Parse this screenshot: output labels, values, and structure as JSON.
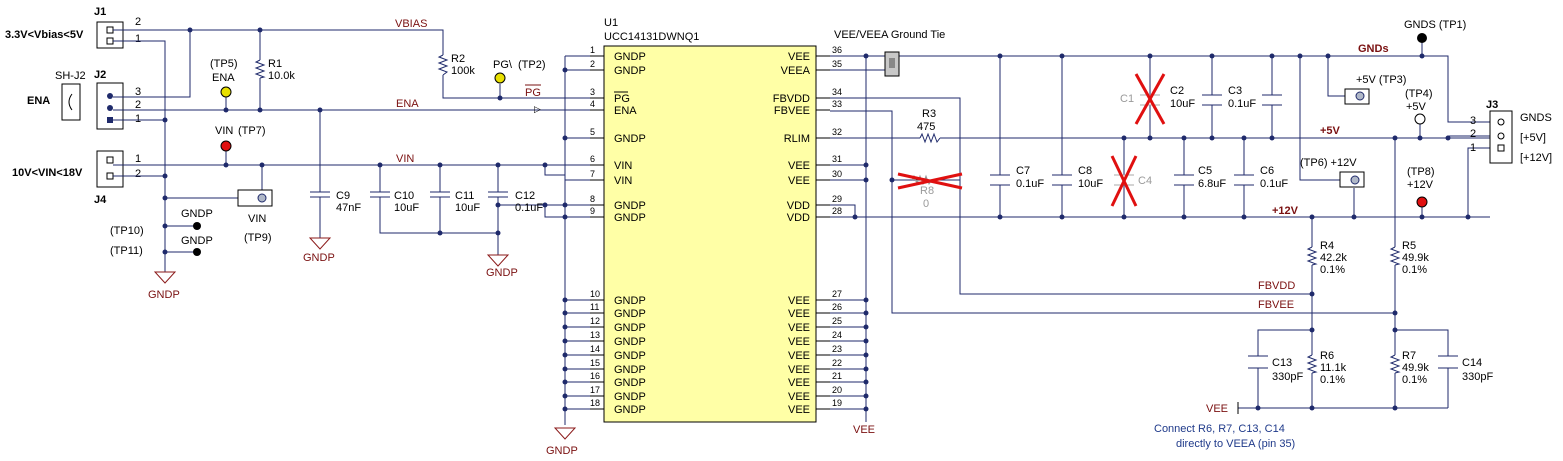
{
  "schematic": {
    "ic": {
      "ref": "U1",
      "part": "UCC14131DWNQ1",
      "left_pins": [
        {
          "n": "1",
          "name": "GNDP"
        },
        {
          "n": "2",
          "name": "GNDP"
        },
        {
          "n": "3",
          "name": "PG"
        },
        {
          "n": "4",
          "name": "ENA"
        },
        {
          "n": "5",
          "name": "GNDP"
        },
        {
          "n": "6",
          "name": "VIN"
        },
        {
          "n": "7",
          "name": "VIN"
        },
        {
          "n": "8",
          "name": "GNDP"
        },
        {
          "n": "9",
          "name": "GNDP"
        },
        {
          "n": "10",
          "name": "GNDP"
        },
        {
          "n": "11",
          "name": "GNDP"
        },
        {
          "n": "12",
          "name": "GNDP"
        },
        {
          "n": "13",
          "name": "GNDP"
        },
        {
          "n": "14",
          "name": "GNDP"
        },
        {
          "n": "15",
          "name": "GNDP"
        },
        {
          "n": "16",
          "name": "GNDP"
        },
        {
          "n": "17",
          "name": "GNDP"
        },
        {
          "n": "18",
          "name": "GNDP"
        }
      ],
      "right_pins": [
        {
          "n": "36",
          "name": "VEE"
        },
        {
          "n": "35",
          "name": "VEEA"
        },
        {
          "n": "34",
          "name": "FBVDD"
        },
        {
          "n": "33",
          "name": "FBVEE"
        },
        {
          "n": "32",
          "name": "RLIM"
        },
        {
          "n": "31",
          "name": "VEE"
        },
        {
          "n": "30",
          "name": "VEE"
        },
        {
          "n": "29",
          "name": "VDD"
        },
        {
          "n": "28",
          "name": "VDD"
        },
        {
          "n": "27",
          "name": "VEE"
        },
        {
          "n": "26",
          "name": "VEE"
        },
        {
          "n": "25",
          "name": "VEE"
        },
        {
          "n": "24",
          "name": "VEE"
        },
        {
          "n": "23",
          "name": "VEE"
        },
        {
          "n": "22",
          "name": "VEE"
        },
        {
          "n": "21",
          "name": "VEE"
        },
        {
          "n": "20",
          "name": "VEE"
        },
        {
          "n": "19",
          "name": "VEE"
        }
      ]
    },
    "connectors": {
      "j1": {
        "ref": "J1",
        "label": "3.3V<Vbias<5V",
        "p1": "1",
        "p2": "2"
      },
      "j2": {
        "ref": "J2",
        "label": "ENA",
        "shunt": "SH-J2",
        "p1": "1",
        "p2": "2",
        "p3": "3"
      },
      "j4": {
        "ref": "J4",
        "label": "10V<VIN<18V",
        "p1": "1",
        "p2": "2"
      },
      "j3": {
        "ref": "J3",
        "p1": "1",
        "p2": "2",
        "p3": "3",
        "l1": "[+12V]",
        "l2": "[+5V]",
        "l3": "GNDS"
      }
    },
    "nets": {
      "vbias": "VBIAS",
      "ena": "ENA",
      "vin": "VIN",
      "pg": "PG",
      "fbvdd": "FBVDD",
      "fbvee": "FBVEE",
      "vee": "VEE",
      "gndp": "GNDP",
      "p5v": "+5V",
      "p12v": "+12V",
      "gnds": "GNDs"
    },
    "components": {
      "r1": {
        "ref": "R1",
        "val": "10.0k"
      },
      "r2": {
        "ref": "R2",
        "val": "100k"
      },
      "r3": {
        "ref": "R3",
        "val": "475"
      },
      "r8": {
        "ref": "R8",
        "val": "0"
      },
      "r4": {
        "ref": "R4",
        "val": "42.2k",
        "tol": "0.1%"
      },
      "r5": {
        "ref": "R5",
        "val": "49.9k",
        "tol": "0.1%"
      },
      "r6": {
        "ref": "R6",
        "val": "11.1k",
        "tol": "0.1%"
      },
      "r7": {
        "ref": "R7",
        "val": "49.9k",
        "tol": "0.1%"
      },
      "c1": {
        "ref": "C1"
      },
      "c2": {
        "ref": "C2",
        "val": "10uF"
      },
      "c3": {
        "ref": "C3",
        "val": "0.1uF"
      },
      "c4": {
        "ref": "C4"
      },
      "c5": {
        "ref": "C5",
        "val": "6.8uF"
      },
      "c6": {
        "ref": "C6",
        "val": "0.1uF"
      },
      "c7": {
        "ref": "C7",
        "val": "0.1uF"
      },
      "c8": {
        "ref": "C8",
        "val": "10uF"
      },
      "c9": {
        "ref": "C9",
        "val": "47nF"
      },
      "c10": {
        "ref": "C10",
        "val": "10uF"
      },
      "c11": {
        "ref": "C11",
        "val": "10uF"
      },
      "c12": {
        "ref": "C12",
        "val": "0.1uF"
      },
      "c13": {
        "ref": "C13",
        "val": "330pF"
      },
      "c14": {
        "ref": "C14",
        "val": "330pF"
      }
    },
    "testpoints": {
      "tp1": "GNDS  (TP1)",
      "tp2_a": "PG\\",
      "tp2_b": "(TP2)",
      "tp3": "+5V (TP3)",
      "tp4_a": "(TP4)",
      "tp4_b": "+5V",
      "tp5_a": "(TP5)",
      "tp5_b": "ENA",
      "tp6": "(TP6) +12V",
      "tp7_a": "VIN",
      "tp7_b": "(TP7)",
      "tp8_a": "(TP8)",
      "tp8_b": "+12V",
      "tp9_a": "VIN",
      "tp9_b": "(TP9)",
      "tp10": "(TP10)",
      "tp11": "(TP11)",
      "gndp_a": "GNDP",
      "gndp_b": "GNDP"
    },
    "notes": {
      "tie": "VEE/VEEA Ground Tie",
      "connect1": "Connect R6, R7, C13, C14",
      "connect2": "directly to VEEA (pin 35)"
    },
    "colors": {
      "wire": "#1f2a6b",
      "net_label": "#7a1010",
      "ic_fill": "#ffffa6",
      "tp_yellow": "#e8e000",
      "tp_red": "#e01010",
      "dnp_cross": "#e01010"
    }
  }
}
